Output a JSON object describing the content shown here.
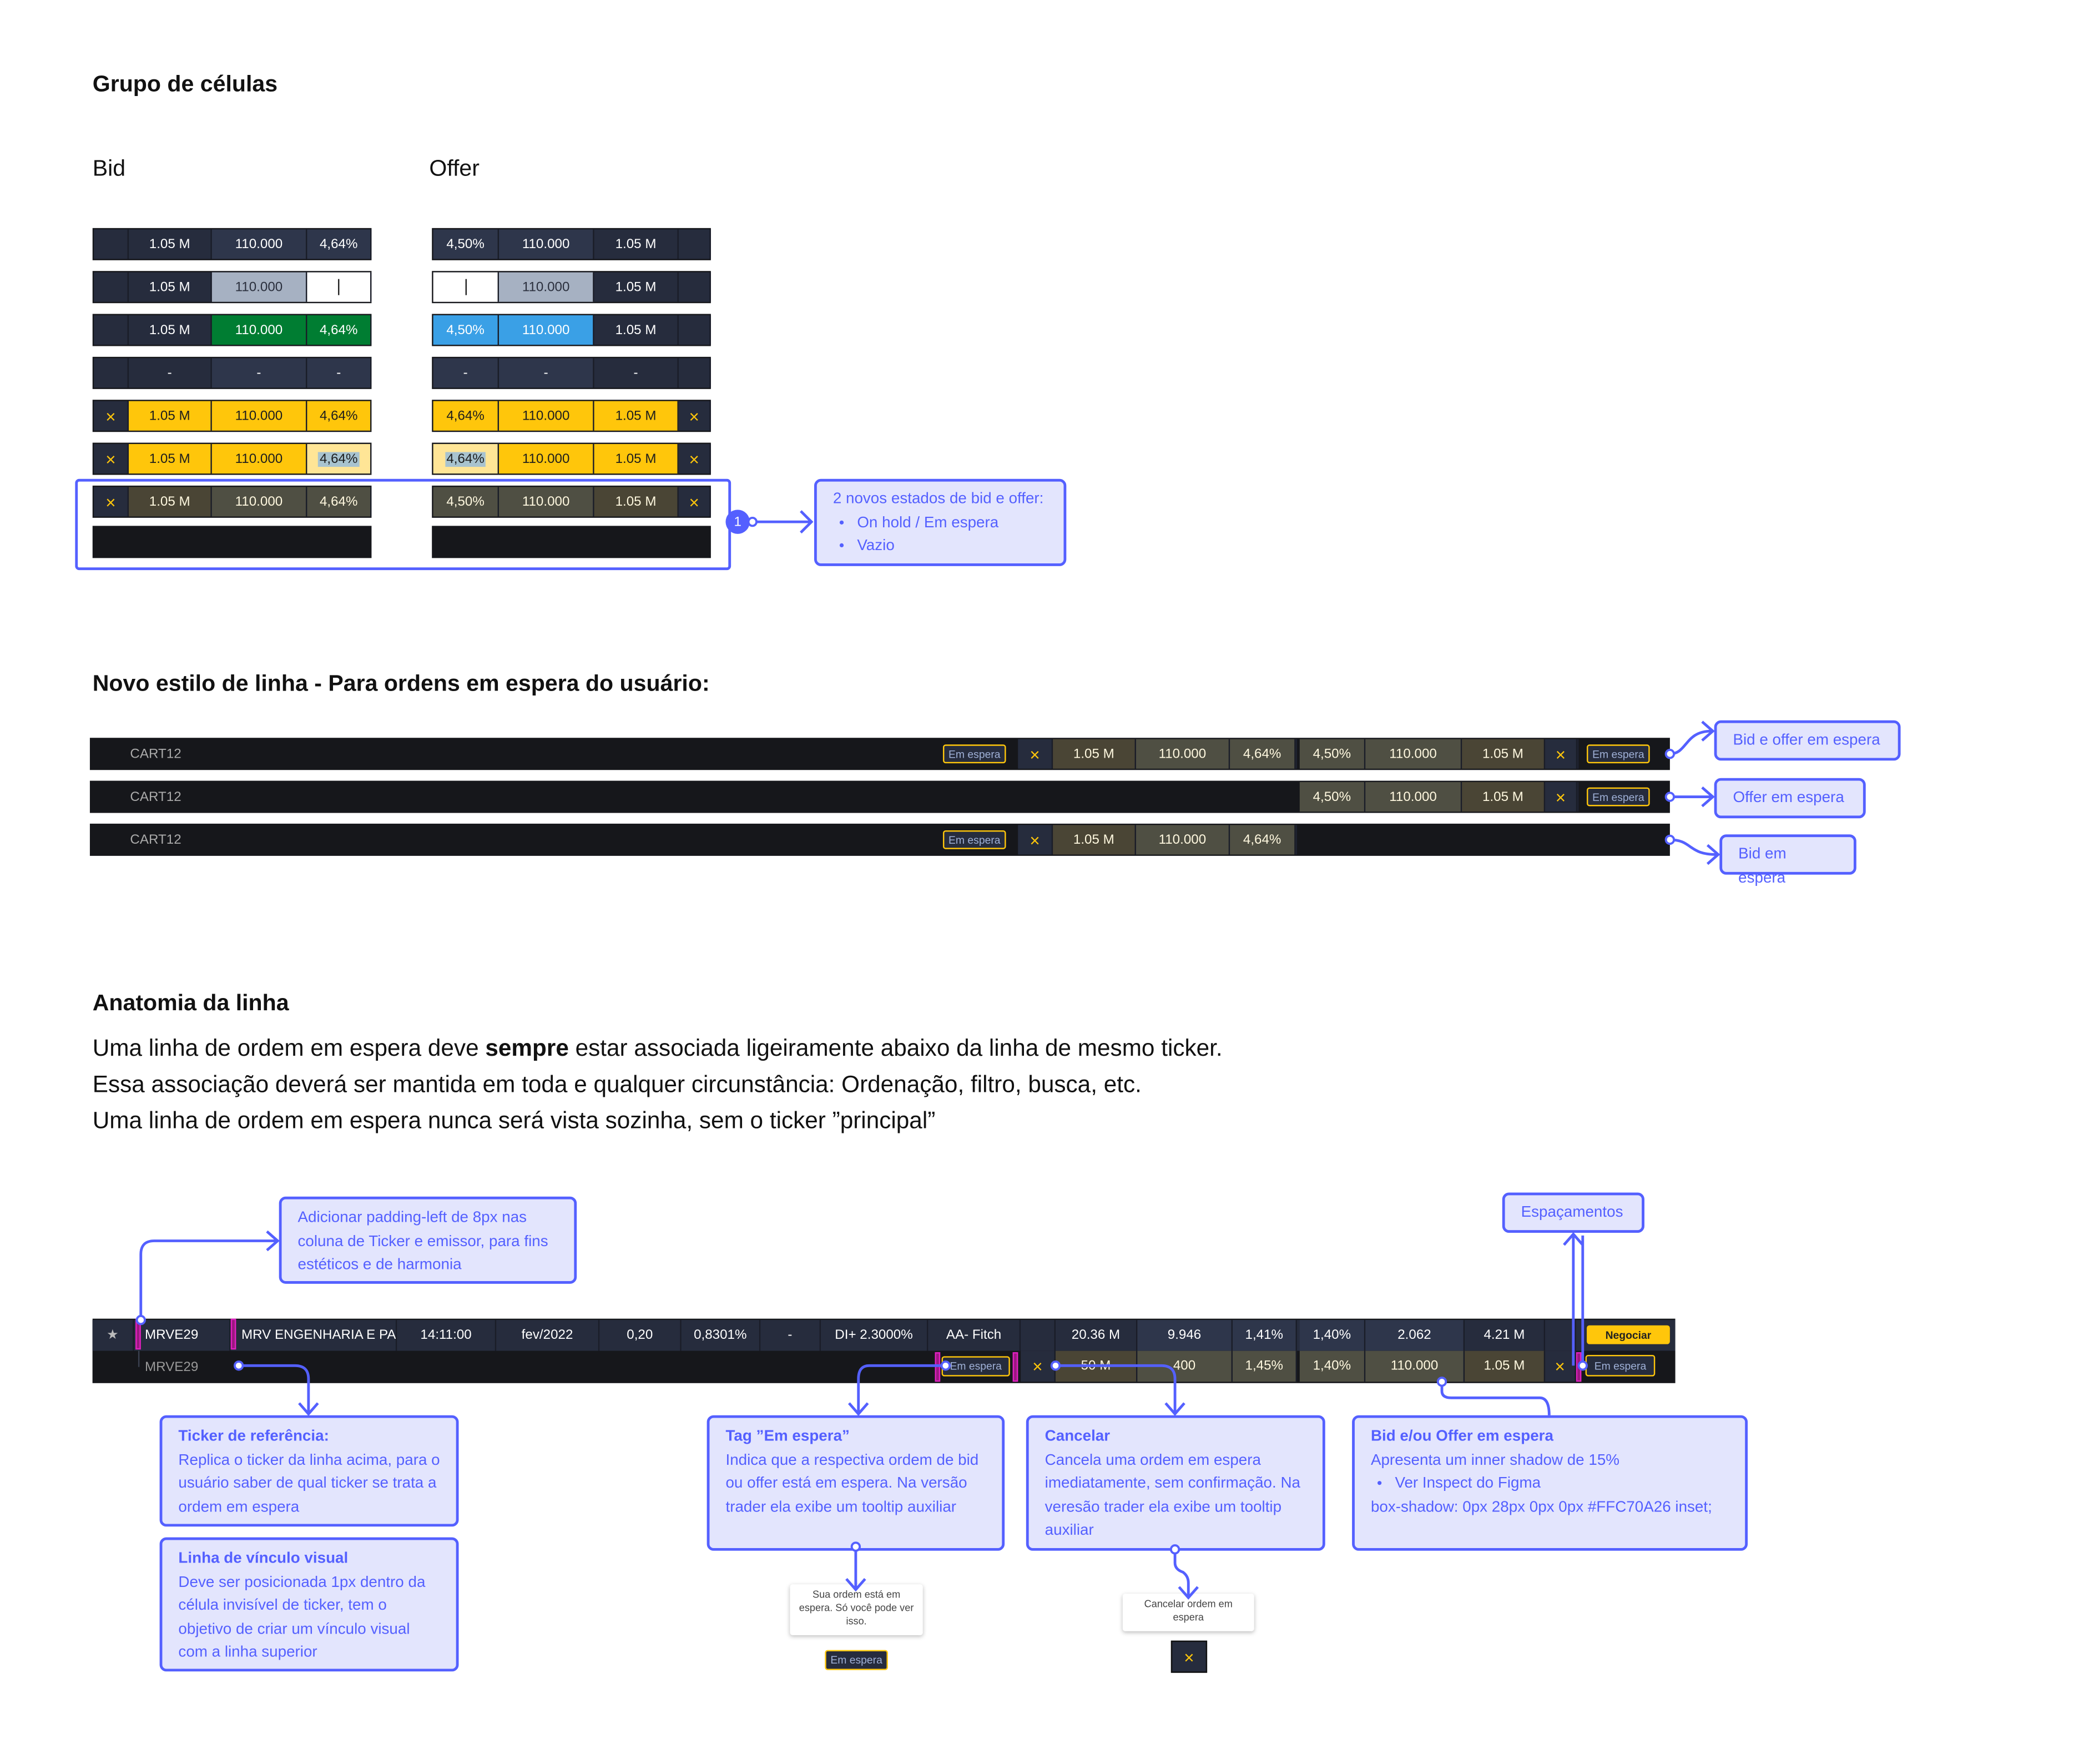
{
  "section1": {
    "title": "Grupo de células",
    "bid_label": "Bid",
    "offer_label": "Offer",
    "bid_rows": [
      [
        "",
        "1.05 M",
        "110.000",
        "4,64%"
      ],
      [
        "",
        "1.05 M",
        "110.000",
        ""
      ],
      [
        "",
        "1.05 M",
        "110.000",
        "4,64%"
      ],
      [
        "",
        "-",
        "-",
        "-"
      ],
      [
        "×",
        "1.05 M",
        "110.000",
        "4,64%"
      ],
      [
        "×",
        "1.05 M",
        "110.000",
        "4,64%"
      ],
      [
        "×",
        "1.05 M",
        "110.000",
        "4,64%"
      ]
    ],
    "offer_rows": [
      [
        "4,50%",
        "110.000",
        "1.05 M",
        ""
      ],
      [
        "",
        "110.000",
        "1.05 M",
        ""
      ],
      [
        "4,50%",
        "110.000",
        "1.05 M",
        ""
      ],
      [
        "-",
        "-",
        "-",
        ""
      ],
      [
        "4,64%",
        "110.000",
        "1.05 M",
        "×"
      ],
      [
        "4,64%",
        "110.000",
        "1.05 M",
        "×"
      ],
      [
        "4,50%",
        "110.000",
        "1.05 M",
        "×"
      ]
    ],
    "marker": "1",
    "note": {
      "title": "2 novos estados de bid e offer:",
      "items": [
        "On hold / Em espera",
        "Vazio"
      ]
    }
  },
  "section2": {
    "title": "Novo estilo de linha - Para ordens em espera do usuário:",
    "tag": "Em espera",
    "cancel": "×",
    "rows": [
      {
        "ticker": "CART12",
        "bid": [
          "1.05 M",
          "110.000",
          "4,64%"
        ],
        "offer": [
          "4,50%",
          "110.000",
          "1.05 M"
        ],
        "callout": "Bid e offer em espera"
      },
      {
        "ticker": "CART12",
        "bid": null,
        "offer": [
          "4,50%",
          "110.000",
          "1.05 M"
        ],
        "callout": "Offer em espera"
      },
      {
        "ticker": "CART12",
        "bid": [
          "1.05 M",
          "110.000",
          "4,64%"
        ],
        "offer": null,
        "callout": "Bid em espera"
      }
    ]
  },
  "section3": {
    "title": "Anatomia da linha",
    "paragraph": [
      {
        "pre": "Uma linha de ordem em espera deve ",
        "bold": "sempre",
        "post": " estar associada ligeiramente abaixo da linha de mesmo ticker."
      },
      {
        "pre": "Essa associação deverá ser mantida em toda e qualquer circunstância: Ordenação, filtro, busca, etc.",
        "bold": "",
        "post": ""
      },
      {
        "pre": "Uma linha de ordem em espera nunca será vista sozinha, sem o ticker ”principal”",
        "bold": "",
        "post": ""
      }
    ],
    "main_row": {
      "star": "★",
      "cells": [
        "MRVE29",
        "MRV ENGENHARIA E PAR",
        "14:11:00",
        "fev/2022",
        "0,20",
        "0,8301%",
        "-",
        "DI+ 2.3000%",
        "AA- Fitch"
      ],
      "bid": [
        "20.36 M",
        "9.946",
        "1,41%"
      ],
      "offer": [
        "1,40%",
        "2.062",
        "4.21 M"
      ],
      "action": "Negociar"
    },
    "hold_row": {
      "ticker": "MRVE29",
      "tag": "Em espera",
      "cancel": "×",
      "bid": [
        "50 M",
        "400",
        "1,45%"
      ],
      "offer": [
        "1,40%",
        "110.000",
        "1.05 M"
      ]
    },
    "notes": {
      "padding": "Adicionar padding-left de 8px nas coluna de Ticker e emissor, para fins estéticos e de harmonia",
      "spacing": "Espaçamentos",
      "ticker_ref": {
        "title": "Ticker de referência:",
        "body": "Replica o ticker da linha acima, para o usuário saber de qual ticker se trata a ordem em espera"
      },
      "link_line": {
        "title": "Linha de vínculo visual",
        "body": "Deve ser posicionada 1px dentro da célula invisível de ticker, tem o objetivo de criar um vínculo visual com a linha superior"
      },
      "tag": {
        "title": "Tag ”Em espera”",
        "body": "Indica que a respectiva ordem de bid ou offer está em espera. Na versão trader ela exibe um tooltip auxiliar"
      },
      "cancel": {
        "title": "Cancelar",
        "body": "Cancela uma ordem em espera imediatamente, sem confirmação. Na veresão trader ela exibe um tooltip auxiliar"
      },
      "bidoffer": {
        "title": "Bid e/ou Offer em espera",
        "body": "Apresenta um inner shadow de 15%",
        "item": "Ver Inspect do Figma",
        "code": "box-shadow: 0px 28px 0px 0px #FFC70A26 inset;"
      }
    },
    "tooltip_tag": "Sua ordem está em espera. Só você pode ver isso.",
    "tooltip_tag_sample": "Em espera",
    "tooltip_cancel": "Cancelar ordem em espera",
    "tooltip_cancel_sample": "×"
  },
  "colors": {
    "accent": "#5460ff",
    "yellow": "#ffc60b",
    "row_bg": "#16171b",
    "cell_dark": "#262c3d",
    "hold": "#4a4535"
  }
}
